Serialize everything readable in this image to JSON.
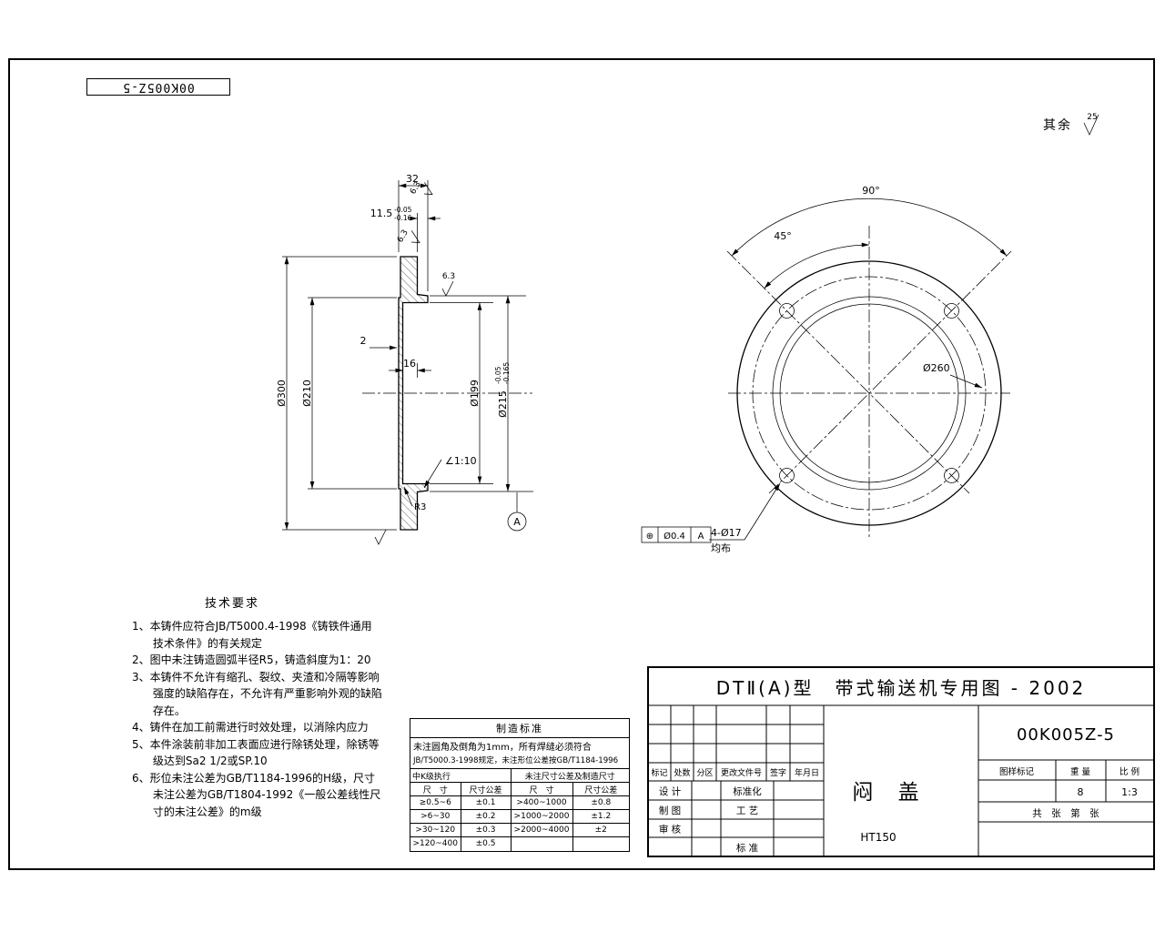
{
  "sheet": {
    "flipped_number": "00K005Z-5",
    "surplus_label": "其余",
    "surplus_value": "25"
  },
  "section_view": {
    "dim_32": "32",
    "dim_11_5": "11.5",
    "dim_11_5_tol_up": "-0.05",
    "dim_11_5_tol_dn": "-0.16",
    "rough_1": "6.3",
    "rough_2": "6.3",
    "rough_3": "6.3",
    "dim_2": "2",
    "dim_16": "16",
    "dia_300": "Ø300",
    "dia_210": "Ø210",
    "dia_199": "Ø199",
    "dia_215": "Ø215",
    "dia_215_tol_up": "-0.05",
    "dia_215_tol_dn": "-0.165",
    "taper": "∠1:10",
    "radius": "R3",
    "datum": "A"
  },
  "front_view": {
    "angle_90": "90°",
    "angle_45": "45°",
    "dia_260": "Ø260",
    "holes": "4-Ø17",
    "holes_note": "均布",
    "fcf_symbol": "⊕",
    "fcf_tol": "Ø0.4",
    "fcf_datum": "A"
  },
  "tech": {
    "title": "技术要求",
    "lines": [
      "1、本铸件应符合JB/T5000.4-1998《铸铁件通用",
      "      技术条件》的有关规定",
      "2、图中未注铸造圆弧半径R5，铸造斜度为1：20",
      "3、本铸件不允许有缩孔、裂纹、夹渣和冷隔等影响",
      "      强度的缺陷存在，不允许有严重影响外观的缺陷",
      "      存在。",
      "4、铸件在加工前需进行时效处理，以消除内应力",
      "5、本件涂装前非加工表面应进行除锈处理，除锈等",
      "      级达到Sa2 1/2或SP.10",
      "6、形位未注公差为GB/T1184-1996的H级，尺寸",
      "      未注公差为GB/T1804-1992《一般公差线性尺",
      "      寸的未注公差》的m级"
    ]
  },
  "std": {
    "title": "制造标准",
    "note1": "未注圆角及倒角为1mm，所有焊缝必须符合",
    "note2": "JB/T5000.3-1998规定，未注形位公差按GB/T1184-1996",
    "klevel": "中K级执行",
    "subtitle": "未注尺寸公差及制造尺寸",
    "cols": [
      "尺　寸",
      "尺寸公差",
      "尺　寸",
      "尺寸公差"
    ],
    "rows": [
      [
        "≥0.5~6",
        "±0.1",
        ">400~1000",
        "±0.8"
      ],
      [
        ">6~30",
        "±0.2",
        ">1000~2000",
        "±1.2"
      ],
      [
        ">30~120",
        "±0.3",
        ">2000~4000",
        "±2"
      ],
      [
        ">120~400",
        "±0.5",
        "",
        ""
      ]
    ]
  },
  "title_block": {
    "main_title": "DTⅡ(A)型　带式输送机专用图 - 2002",
    "drawing_no": "00K005Z-5",
    "rev_headers": [
      "标记",
      "处数",
      "分区",
      "更改文件号",
      "签字",
      "年月日"
    ],
    "sig_design": "设 计",
    "sig_draft": "制 图",
    "sig_check": "审 核",
    "sig_std_mgmt": "标准化",
    "sig_process": "工 艺",
    "sig_standard": "标 准",
    "part_name": "闷 盖",
    "material": "HT150",
    "mark_header": "图样标记",
    "weight_header": "重 量",
    "scale_header": "比 例",
    "weight_value": "8",
    "scale_value": "1:3",
    "sheet_info": "共　张　第　张"
  }
}
